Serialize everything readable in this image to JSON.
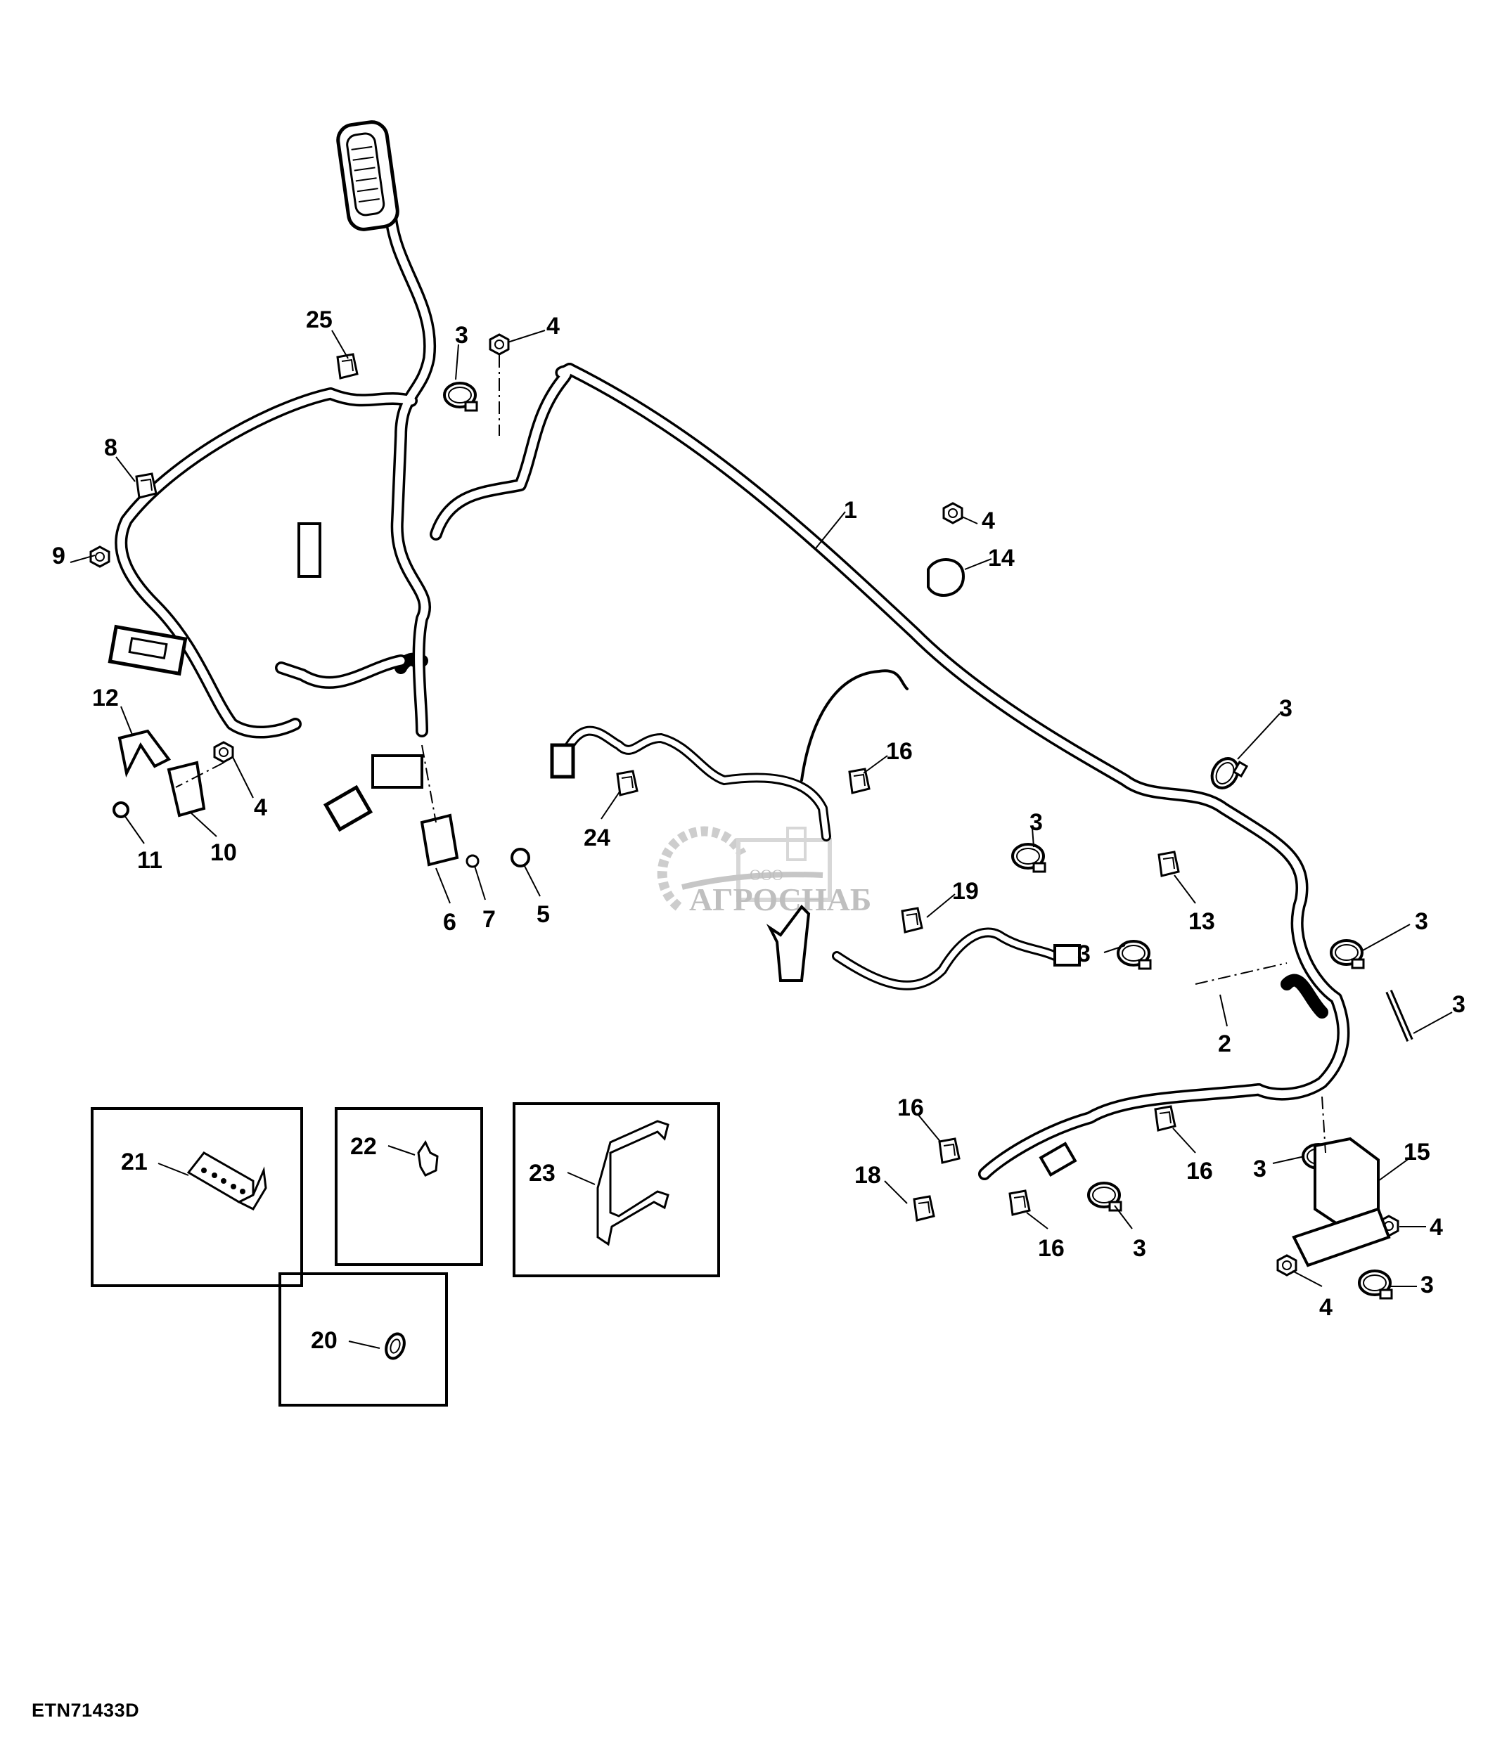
{
  "figure_id": "ETN71433D",
  "watermark": {
    "prefix": "ООО",
    "name": "АГРОСНАБ",
    "color": "#b9b9b9"
  },
  "line_color": "#000000",
  "background": "#ffffff",
  "callouts": [
    {
      "id": "c25",
      "label": "25"
    },
    {
      "id": "c3a",
      "label": "3"
    },
    {
      "id": "c4a",
      "label": "4"
    },
    {
      "id": "c8",
      "label": "8"
    },
    {
      "id": "c9",
      "label": "9"
    },
    {
      "id": "c1",
      "label": "1"
    },
    {
      "id": "c4b",
      "label": "4"
    },
    {
      "id": "c14",
      "label": "14"
    },
    {
      "id": "c3b",
      "label": "3"
    },
    {
      "id": "c16a",
      "label": "16"
    },
    {
      "id": "c12",
      "label": "12"
    },
    {
      "id": "c4c",
      "label": "4"
    },
    {
      "id": "c11",
      "label": "11"
    },
    {
      "id": "c10",
      "label": "10"
    },
    {
      "id": "c6",
      "label": "6"
    },
    {
      "id": "c7",
      "label": "7"
    },
    {
      "id": "c5",
      "label": "5"
    },
    {
      "id": "c24",
      "label": "24"
    },
    {
      "id": "c3c",
      "label": "3"
    },
    {
      "id": "c19",
      "label": "19"
    },
    {
      "id": "c13",
      "label": "13"
    },
    {
      "id": "c3d",
      "label": "3"
    },
    {
      "id": "c3e",
      "label": "3"
    },
    {
      "id": "c2",
      "label": "2"
    },
    {
      "id": "c3f",
      "label": "3"
    },
    {
      "id": "c16b",
      "label": "16"
    },
    {
      "id": "c16c",
      "label": "16"
    },
    {
      "id": "c3g",
      "label": "3"
    },
    {
      "id": "c15",
      "label": "15"
    },
    {
      "id": "c18",
      "label": "18"
    },
    {
      "id": "c16d",
      "label": "16"
    },
    {
      "id": "c3h",
      "label": "3"
    },
    {
      "id": "c4d",
      "label": "4"
    },
    {
      "id": "c4e",
      "label": "4"
    },
    {
      "id": "c3i",
      "label": "3"
    },
    {
      "id": "c21",
      "label": "21"
    },
    {
      "id": "c22",
      "label": "22"
    },
    {
      "id": "c23",
      "label": "23"
    },
    {
      "id": "c20",
      "label": "20"
    }
  ],
  "inset_boxes": [
    {
      "id": "box21",
      "part": "21"
    },
    {
      "id": "box22",
      "part": "22"
    },
    {
      "id": "box23",
      "part": "23"
    },
    {
      "id": "box20",
      "part": "20"
    }
  ]
}
